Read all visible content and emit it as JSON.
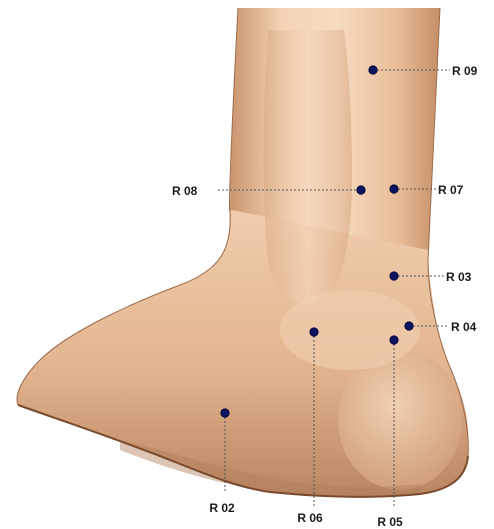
{
  "diagram": {
    "type": "anatomical-acupoint-map",
    "subject": "foot-and-ankle-medial-view",
    "skin_color": "#e7bd98",
    "point_color": "#0b1460",
    "points": [
      {
        "id": "R09",
        "label": "R 09"
      },
      {
        "id": "R08",
        "label": "R 08"
      },
      {
        "id": "R07",
        "label": "R 07"
      },
      {
        "id": "R03",
        "label": "R 03"
      },
      {
        "id": "R04",
        "label": "R 04"
      },
      {
        "id": "R06",
        "label": "R 06"
      },
      {
        "id": "R05",
        "label": "R 05"
      },
      {
        "id": "R02",
        "label": "R 02"
      }
    ]
  }
}
